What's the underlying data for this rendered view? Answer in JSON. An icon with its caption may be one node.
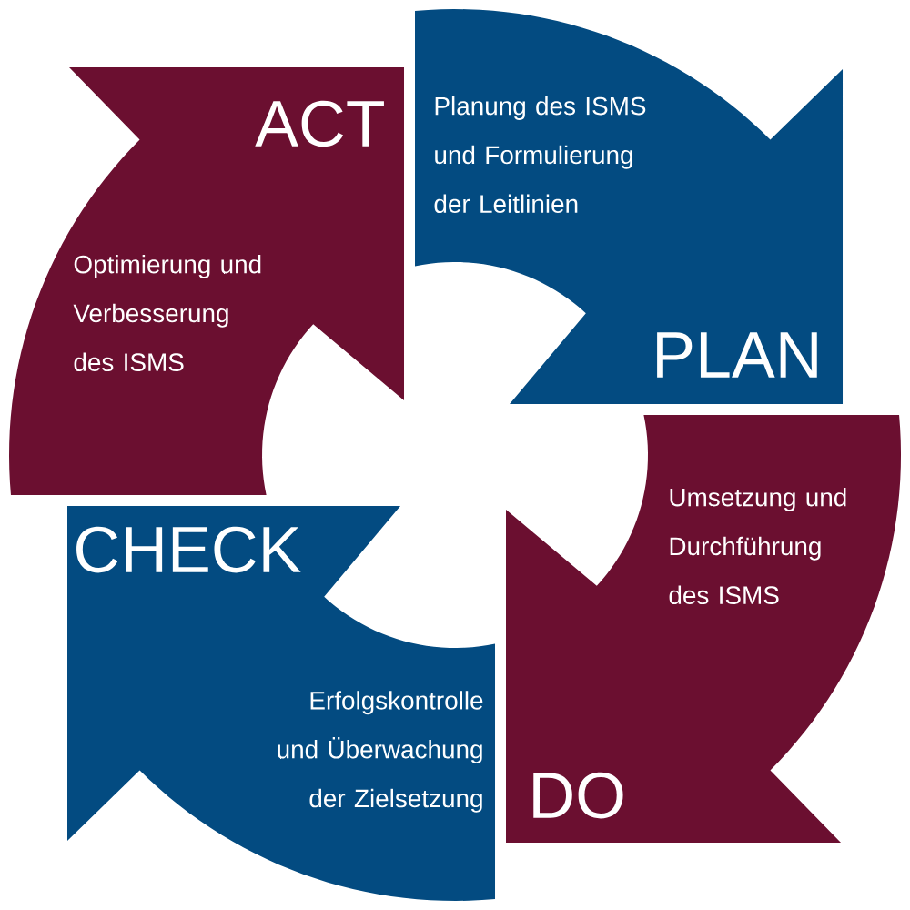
{
  "diagram": {
    "nodes": [
      {
        "text": [
          "ACT",
          "Optimierung und Verbesserung des ISMS"
        ]
      },
      {
        "text": [
          "Planung des ISMS und Formulierung der Leitlinien",
          "PLAN"
        ]
      },
      {
        "text": [
          "CHECK",
          "Erfolgskontrolle und Überwachung der Zielsetzung"
        ]
      },
      {
        "text": [
          "Umsetzung und Durchführung des ISMS",
          "DO"
        ]
      }
    ]
  }
}
